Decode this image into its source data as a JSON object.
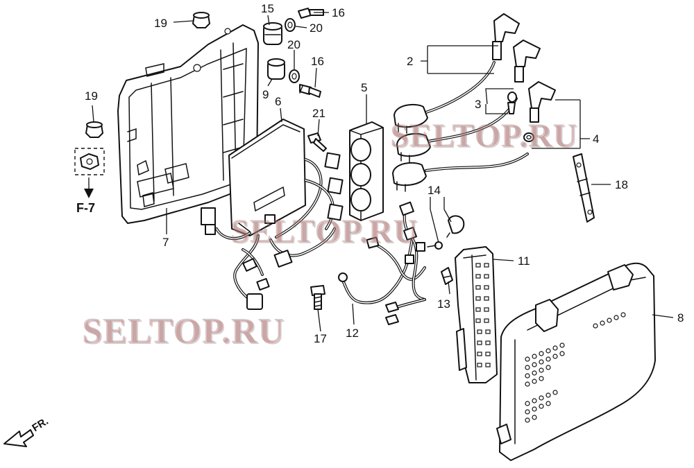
{
  "callouts": {
    "c2": "2",
    "c3": "3",
    "c4": "4",
    "c5": "5",
    "c6": "6",
    "c7": "7",
    "c8": "8",
    "c9": "9",
    "c11": "11",
    "c12": "12",
    "c13": "13",
    "c14": "14",
    "c15": "15",
    "c16a": "16",
    "c16b": "16",
    "c17": "17",
    "c18": "18",
    "c19a": "19",
    "c19b": "19",
    "c20a": "20",
    "c20b": "20",
    "c21": "21"
  },
  "reference": {
    "label": "F-7"
  },
  "direction": {
    "label": "FR."
  },
  "watermarks": {
    "w1": "SELTOP.RU",
    "w2": "SELTOP.RU",
    "w3": "SELTOP.RU"
  },
  "colors": {
    "line": "#111111",
    "watermark": "#be6e6e",
    "background": "#ffffff"
  }
}
